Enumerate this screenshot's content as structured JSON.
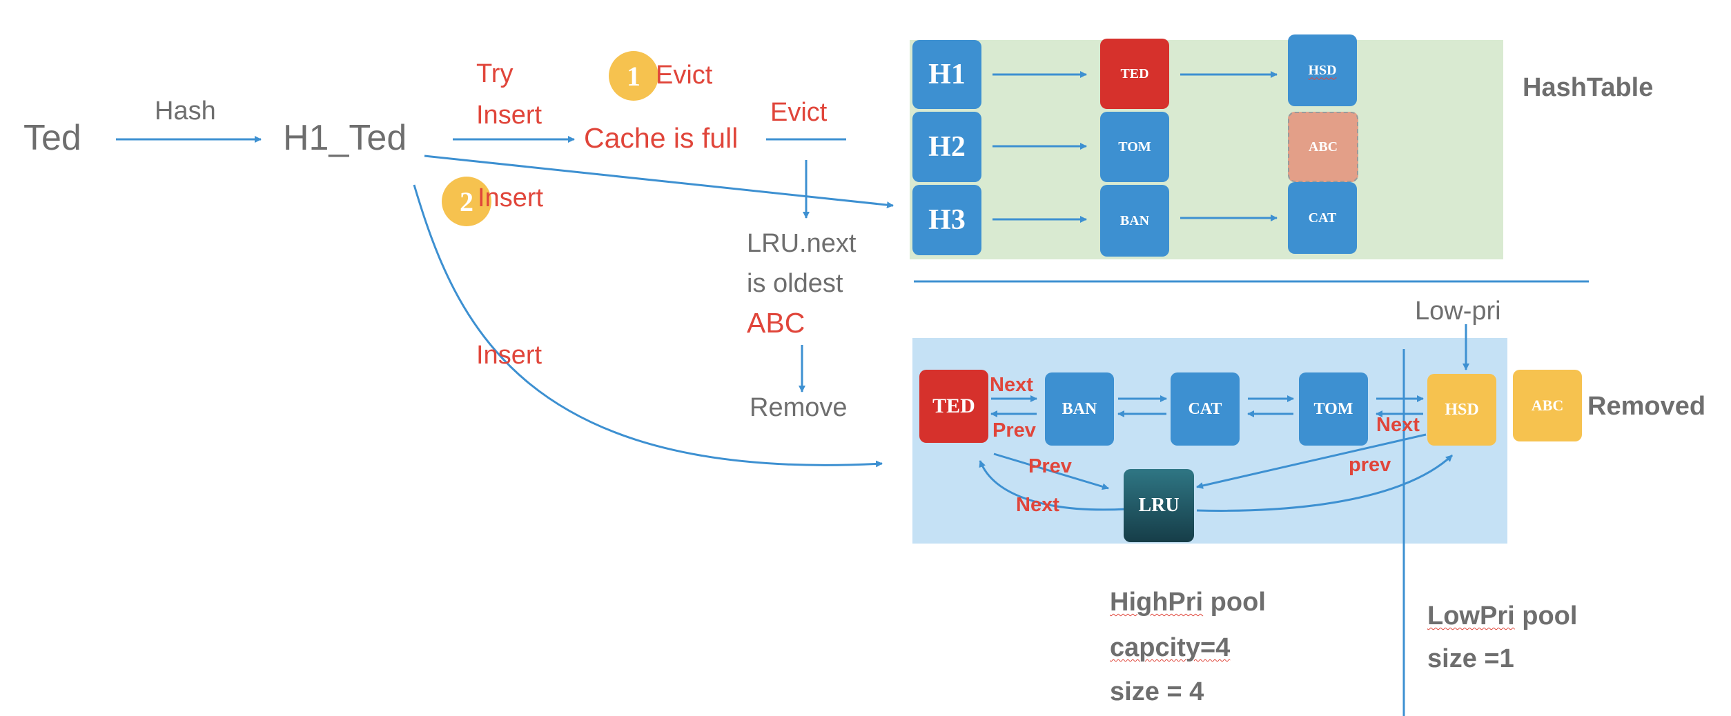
{
  "flow": {
    "key": "Ted",
    "hash_label": "Hash",
    "hashed_key": "H1_Ted",
    "try_label": "Try",
    "insert_label": "Insert",
    "cache_full": "Cache is full",
    "evict_label": "Evict",
    "step1_number": "1",
    "step1_label": "Evict",
    "step2_number": "2",
    "step2_label": "Insert",
    "lru_line1": "LRU.next",
    "lru_line2": "is oldest",
    "lru_victim": "ABC",
    "remove_label": "Remove",
    "insert_lower_label": "Insert"
  },
  "hashtable": {
    "title": "HashTable",
    "buckets": [
      "H1",
      "H2",
      "H3"
    ],
    "row1": [
      "TED",
      "HSD"
    ],
    "row2": [
      "TOM",
      "ABC"
    ],
    "row3": [
      "BAN",
      "CAT"
    ]
  },
  "lru_list": {
    "low_pri_label": "Low-pri",
    "nodes": [
      "TED",
      "BAN",
      "CAT",
      "TOM",
      "HSD"
    ],
    "lru_node": "LRU",
    "removed_node": "ABC",
    "removed_label": "Removed",
    "next_label": "Next",
    "prev_label": "Prev",
    "next_right_label": "Next",
    "prev_lower_label": "Prev",
    "next_lower_label": "Next",
    "prev_lru_label": "prev"
  },
  "pools": {
    "high_name": "HighPri",
    "high_suffix": " pool",
    "high_capacity": "capcity=4",
    "high_size": "size = 4",
    "low_name": "LowPri",
    "low_suffix": " pool",
    "low_size": "size =1"
  },
  "colors": {
    "blue_node": "#3d90d1",
    "red_node": "#d6312c",
    "yellow_node": "#f6c24f",
    "hashtable_bg": "#d9ead1",
    "lru_bg": "#c5e1f5",
    "arrow": "#3d90d1",
    "red_text": "#e0453a",
    "gray_text": "#6e6e6e"
  }
}
